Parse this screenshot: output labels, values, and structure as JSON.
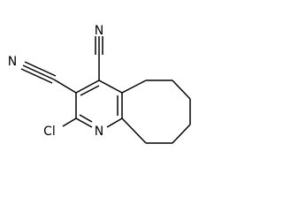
{
  "molecule": {
    "atom_labels": {
      "cyano_n_top": "N",
      "cyano_n_left": "N",
      "chloro": "Cl",
      "ring_n": "N"
    }
  }
}
